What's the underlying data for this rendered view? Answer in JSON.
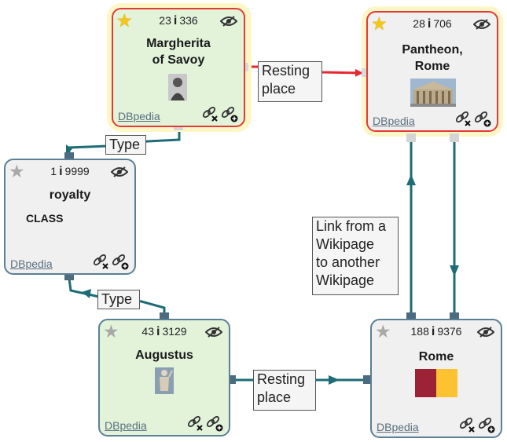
{
  "nodes": {
    "margherita": {
      "favorite": true,
      "count_a": "23",
      "count_b": "336",
      "title_line1": "Margherita",
      "title_line2": "of Savoy",
      "thumbnail": "portrait-photo",
      "source": "DBpedia",
      "icons": [
        "star-icon",
        "info-icon",
        "hidden-eye-icon",
        "remove-link-icon",
        "add-link-icon"
      ]
    },
    "pantheon": {
      "favorite": true,
      "count_a": "28",
      "count_b": "706",
      "title_line1": "Pantheon,",
      "title_line2": "Rome",
      "thumbnail": "building-photo",
      "source": "DBpedia"
    },
    "royalty": {
      "favorite": false,
      "count_a": "1",
      "count_b": "9999",
      "title": "royalty",
      "subtitle": "CLASS",
      "source": "DBpedia"
    },
    "augustus": {
      "favorite": false,
      "count_a": "43",
      "count_b": "3129",
      "title": "Augustus",
      "thumbnail": "statue-photo",
      "source": "DBpedia"
    },
    "rome": {
      "favorite": false,
      "count_a": "188",
      "count_b": "9376",
      "title": "Rome",
      "thumbnail": "flag",
      "source": "DBpedia",
      "flag_colors": [
        "#9b2335",
        "#fcc231"
      ]
    }
  },
  "edges": {
    "margherita_pantheon": {
      "label_line1": "Resting",
      "label_line2": "place",
      "color": "#e8262f"
    },
    "margherita_royalty": {
      "label": "Type",
      "color": "#1e6c76"
    },
    "augustus_royalty": {
      "label": "Type",
      "color": "#1e6c76"
    },
    "augustus_rome": {
      "label_line1": "Resting",
      "label_line2": "place",
      "color": "#1e6c76"
    },
    "rome_pantheon": {
      "label_line1": "Link from a",
      "label_line2": "Wikipage",
      "label_line3": "to another",
      "label_line4": "Wikipage",
      "color": "#1e6c76"
    }
  },
  "colors": {
    "teal_edge": "#1e6c76",
    "red_edge": "#e8262f",
    "node_border": "#5b7f95",
    "favorite_glow": "#fdf7c8"
  }
}
